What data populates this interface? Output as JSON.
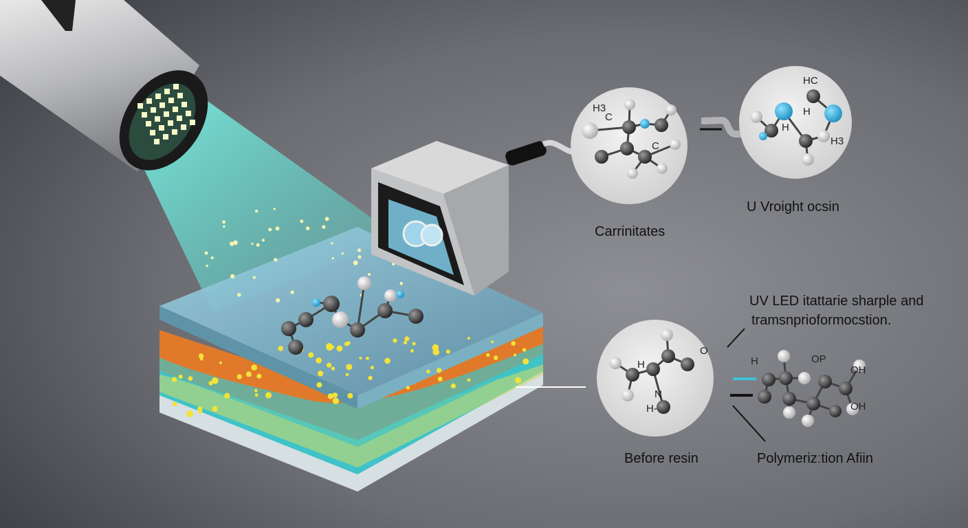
{
  "labels": {
    "carrinitates": "Carrinitates",
    "u_vroight": "U Vroight ocsin",
    "uv_led_line1": "UV LED itattarie sharple and",
    "uv_led_line2": "tramsnprioformocstion.",
    "before_resin": "Before resin",
    "polymerization": "Polymerizːtion Afiin"
  },
  "atom_labels": {
    "circle1": [
      "H3",
      "C",
      "C"
    ],
    "circle2": [
      "HC",
      "H",
      "H",
      "H3"
    ],
    "circle3": [
      "H",
      "O",
      "N",
      "H-"
    ],
    "polymer": [
      "H",
      "OP",
      "OH",
      "OH"
    ]
  },
  "colors": {
    "background": "#5a5c62",
    "uv_beam": "#5fe0d0",
    "resin_orange": "#e07a2a",
    "resin_teal": "#3fc3c8",
    "accent_blue": "#3aa9d6"
  }
}
